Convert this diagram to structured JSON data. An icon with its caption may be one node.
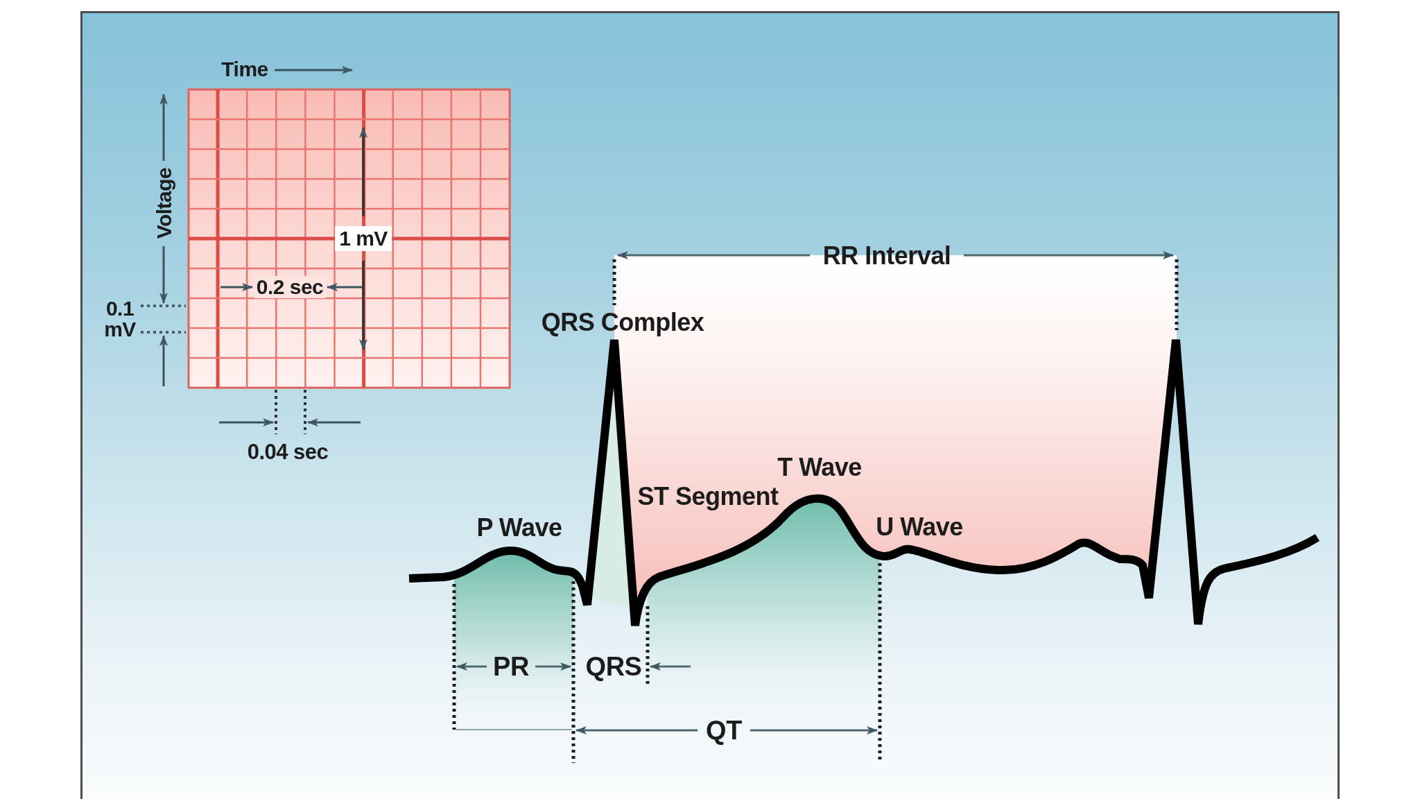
{
  "diagram": {
    "labels": [
      "Time",
      "Voltage",
      "1 mV",
      "RR Interval",
      "0.2 sec",
      "0.1 mV",
      "QRS Complex",
      "0.04 sec",
      "T Wave",
      "ST Segment",
      "P Wave",
      "U Wave",
      "PR",
      "QRS",
      "QT"
    ]
  }
}
